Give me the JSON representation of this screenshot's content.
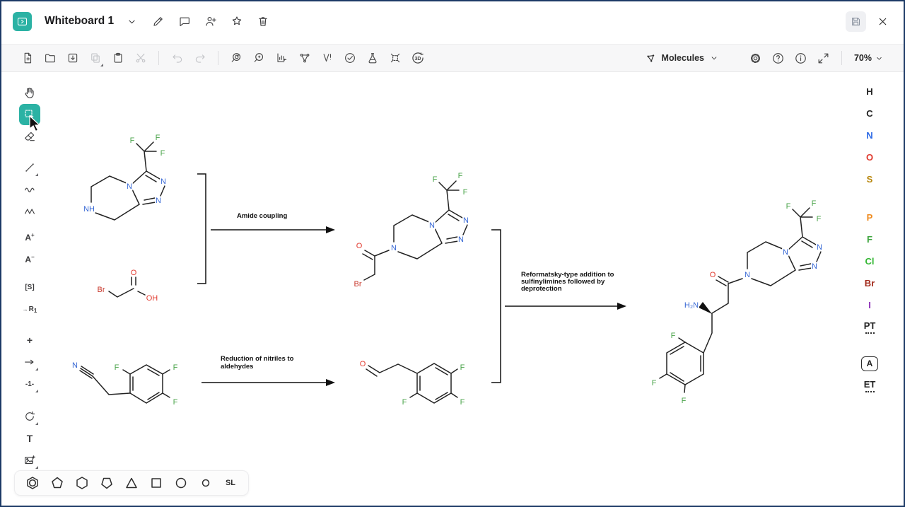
{
  "titlebar": {
    "title": "Whiteboard 1"
  },
  "toolbar": {
    "molecules_label": "Molecules",
    "zoom_value": "70%",
    "threed": "3D"
  },
  "left_tools": {
    "charge_plus": {
      "base": "A",
      "sign": "+"
    },
    "charge_minus": {
      "base": "A",
      "sign": "−"
    },
    "sgroup_label": "[S]",
    "rgroup": {
      "prefix": "→",
      "base": "R",
      "sub": "1"
    },
    "plus_label": "+",
    "mapping_label": "-1-",
    "text_label": "T"
  },
  "templates_bar": {
    "sl_label": "SL"
  },
  "element_palette": {
    "items": [
      {
        "symbol": "H",
        "color": "#222222"
      },
      {
        "symbol": "C",
        "color": "#222222"
      },
      {
        "symbol": "N",
        "color": "#2e6be6"
      },
      {
        "symbol": "O",
        "color": "#e03a2f"
      },
      {
        "symbol": "S",
        "color": "#b8860b"
      },
      {
        "symbol": "P",
        "color": "#ef8a1d"
      },
      {
        "symbol": "F",
        "color": "#3da43d"
      },
      {
        "symbol": "Cl",
        "color": "#33b733"
      },
      {
        "symbol": "Br",
        "color": "#a32b1c"
      },
      {
        "symbol": "I",
        "color": "#8e2fb8"
      },
      {
        "symbol": "PT",
        "color": "#222222"
      },
      {
        "symbol": "A",
        "color": "#222222"
      },
      {
        "symbol": "ET",
        "color": "#222222"
      }
    ]
  },
  "colors": {
    "accent_teal": "#2bb2a4",
    "atom_n": "#3566d4",
    "atom_o": "#e23b30",
    "atom_f": "#4aa34a",
    "atom_br": "#c8382c"
  },
  "canvas": {
    "reactions": {
      "amide": {
        "label": "Amide coupling"
      },
      "reduction": {
        "l1": "Reduction of nitriles to",
        "l2": "aldehydes"
      },
      "reformatsky": {
        "l1": "Reformatsky-type addition to",
        "l2": "sulfinylimines followed by",
        "l3": "deprotection"
      }
    },
    "molecules": {
      "triazolopiperazine": {
        "labels": {
          "f1": "F",
          "f2": "F",
          "f3": "F",
          "n4": "N",
          "n2": "N",
          "n1": "N",
          "nh": "NH"
        }
      },
      "bromoacetic_acid": {
        "labels": {
          "br": "Br",
          "o": "O",
          "oh": "OH"
        }
      },
      "amide_intermediate": {
        "labels": {
          "f1": "F",
          "f2": "F",
          "f3": "F",
          "n4": "N",
          "n2": "N",
          "n1": "N",
          "n7": "N",
          "o": "O",
          "br": "Br"
        }
      },
      "nitrile": {
        "labels": {
          "n": "N",
          "f2": "F",
          "f4": "F",
          "f5": "F"
        }
      },
      "aldehyde": {
        "labels": {
          "o": "O",
          "f2": "F",
          "f4": "F",
          "f5": "F"
        }
      },
      "product": {
        "labels": {
          "f1": "F",
          "f2": "F",
          "f3": "F",
          "n4": "N",
          "n2": "N",
          "n1": "N",
          "n7": "N",
          "o": "O",
          "nh2": "H₂N",
          "fa": "F",
          "fb": "F",
          "fc": "F"
        }
      }
    }
  }
}
